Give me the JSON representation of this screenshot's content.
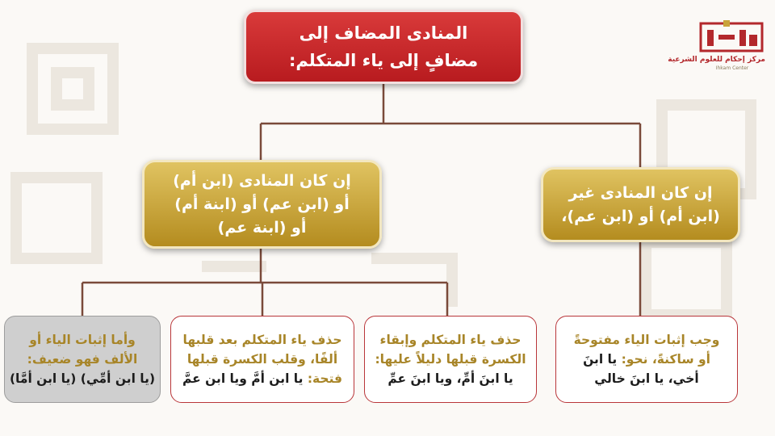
{
  "logo": {
    "name": "مركز إحكام للعلوم الشرعية",
    "subtitle": "Ihkam Center"
  },
  "colors": {
    "root_fill": "#c62828",
    "gold_fill": "#c9a23a",
    "leaf_border": "#b9363a",
    "gold_text": "#a88528",
    "connector": "#7a4a3a"
  },
  "root": {
    "lines": [
      "المنادى المضاف إلى",
      "مضافٍ إلى ياء المتكلم:"
    ]
  },
  "branches": {
    "left": {
      "lines": [
        "إن كان المنادى (ابن أم)",
        "أو (ابن عم) أو (ابنة أم)",
        "أو (ابنة عم)"
      ]
    },
    "right": {
      "lines": [
        "إن كان المنادى غير",
        "(ابن أم) أو (ابن عم)،"
      ]
    }
  },
  "leaves": {
    "weak": {
      "lines": [
        "وأما إثبات الياء أو",
        "الألف فهو ضعيف:",
        "(يا ابن أمِّي) (يا ابن أمَّا)"
      ]
    },
    "alif": {
      "lines": [
        "حذف ياء المتكلم بعد قلبها",
        "ألفًا، وقلب الكسرة قبلها",
        "فتحة:",
        "يا ابن أمَّ ويا ابن عمَّ"
      ]
    },
    "kasra": {
      "lines": [
        "حذف ياء المتكلم وإبقاء",
        "الكسرة قبلها دليلاً عليها:",
        "يا ابنَ أمِّ، ويا ابنَ عمِّ"
      ]
    },
    "ya": {
      "lines": [
        "وجب إثبات الياء مفتوحةً",
        "أو ساكنةً، نحو:",
        "يا ابنَ",
        "أخي، يا ابنَ خالي"
      ]
    }
  }
}
